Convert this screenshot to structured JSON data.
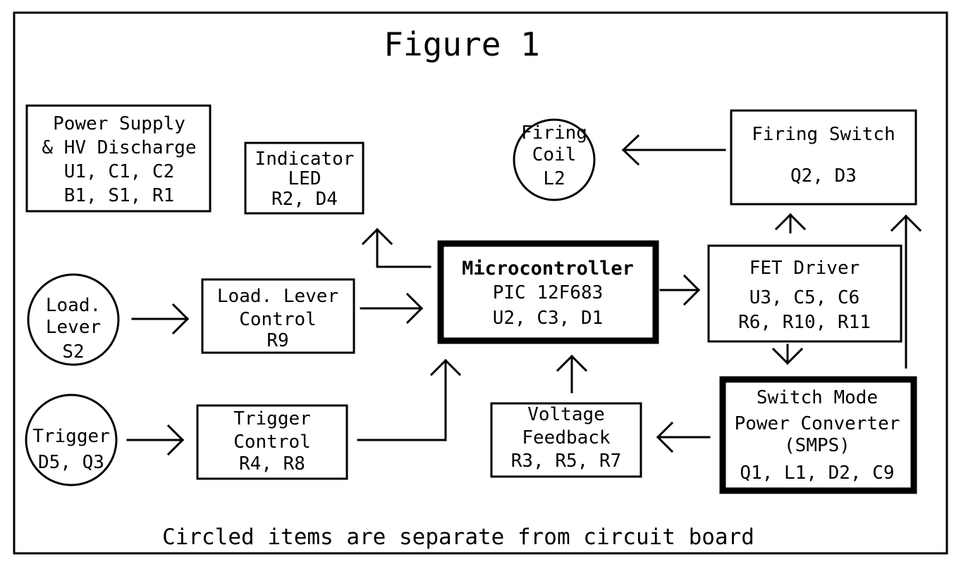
{
  "title": "Figure 1",
  "blocks": {
    "power_supply": [
      "Power Supply",
      "& HV Discharge",
      "U1, C1, C2",
      "B1, S1, R1"
    ],
    "indicator_led": [
      "Indicator",
      "LED",
      "R2, D4"
    ],
    "firing_coil": [
      "Firing",
      "Coil",
      "L2"
    ],
    "firing_switch": [
      "Firing Switch",
      "Q2, D3"
    ],
    "load_lever": [
      "Load.",
      "Lever",
      "S2"
    ],
    "load_lever_control": [
      "Load. Lever",
      "Control",
      "R9"
    ],
    "microcontroller": [
      "Microcontroller",
      "PIC 12F683",
      "U2, C3, D1"
    ],
    "fet_driver": [
      "FET Driver",
      "U3, C5, C6",
      "R6, R10, R11"
    ],
    "trigger": [
      "Trigger",
      "D5, Q3"
    ],
    "trigger_control": [
      "Trigger",
      "Control",
      "R4, R8"
    ],
    "voltage_feedback": [
      "Voltage",
      "Feedback",
      "R3, R5, R7"
    ],
    "smps": [
      "Switch Mode",
      "Power Converter",
      "(SMPS)",
      "Q1, L1, D2, C9"
    ]
  },
  "footnote": "Circled items are separate from circuit board"
}
